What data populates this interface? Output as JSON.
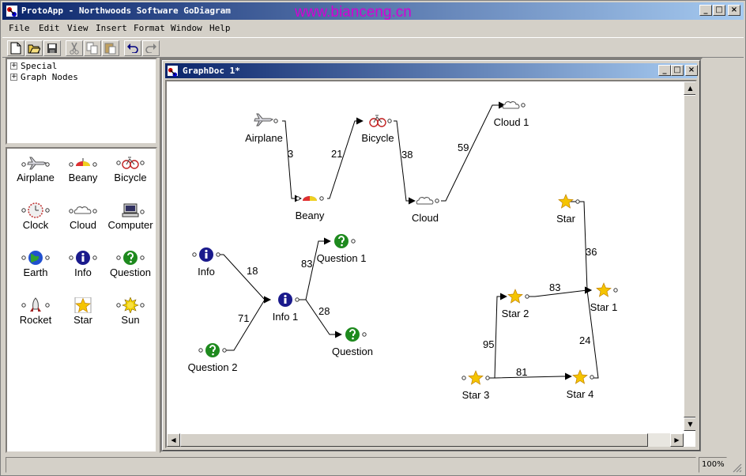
{
  "app": {
    "title": "ProtoApp - Northwoods Software GoDiagram",
    "watermark": "www.bianceng.cn",
    "win_min": "_",
    "win_max": "□",
    "win_close": "×"
  },
  "menu": [
    "File",
    "Edit",
    "View",
    "Insert",
    "Format",
    "Window",
    "Help"
  ],
  "toolbar": {
    "buttons": [
      "new-icon",
      "open-icon",
      "save-icon",
      "cut-icon",
      "copy-icon",
      "paste-icon",
      "undo-icon",
      "redo-icon"
    ]
  },
  "tree": {
    "items": [
      {
        "expander": "+",
        "label": "Special"
      },
      {
        "expander": "+",
        "label": "Graph Nodes"
      }
    ]
  },
  "palette": {
    "items": [
      "Airplane",
      "Beany",
      "Bicycle",
      "Clock",
      "Cloud",
      "Computer",
      "Earth",
      "Info",
      "Question",
      "Rocket",
      "Star",
      "Sun"
    ]
  },
  "document": {
    "title": "GraphDoc 1*",
    "nodes": {
      "airplane": "Airplane",
      "beany": "Beany",
      "bicycle": "Bicycle",
      "cloud": "Cloud",
      "cloud1": "Cloud 1",
      "info": "Info",
      "info1": "Info 1",
      "question1": "Question 1",
      "question": "Question",
      "question2": "Question 2",
      "star": "Star",
      "star1": "Star 1",
      "star2": "Star 2",
      "star3": "Star 3",
      "star4": "Star 4"
    },
    "links": {
      "airplane_beany": "3",
      "beany_bicycle": "21",
      "bicycle_cloud": "38",
      "cloud_cloud1": "59",
      "info_info1": "18",
      "question2_info1": "71",
      "info1_question1": "83",
      "info1_question": "28",
      "star_star1": "36",
      "star2_star1": "83",
      "star4_star1": "24",
      "star3_star2": "95",
      "star3_star4": "81"
    }
  },
  "status": {
    "message": "",
    "zoom": "100%"
  },
  "colors": {
    "title_gradient_start": "#0a246a",
    "title_gradient_end": "#a6caf0",
    "watermark": "#d400d4",
    "info_blue": "#1a1a8c",
    "question_green": "#1e8a1e",
    "star_gold": "#f5c400"
  }
}
